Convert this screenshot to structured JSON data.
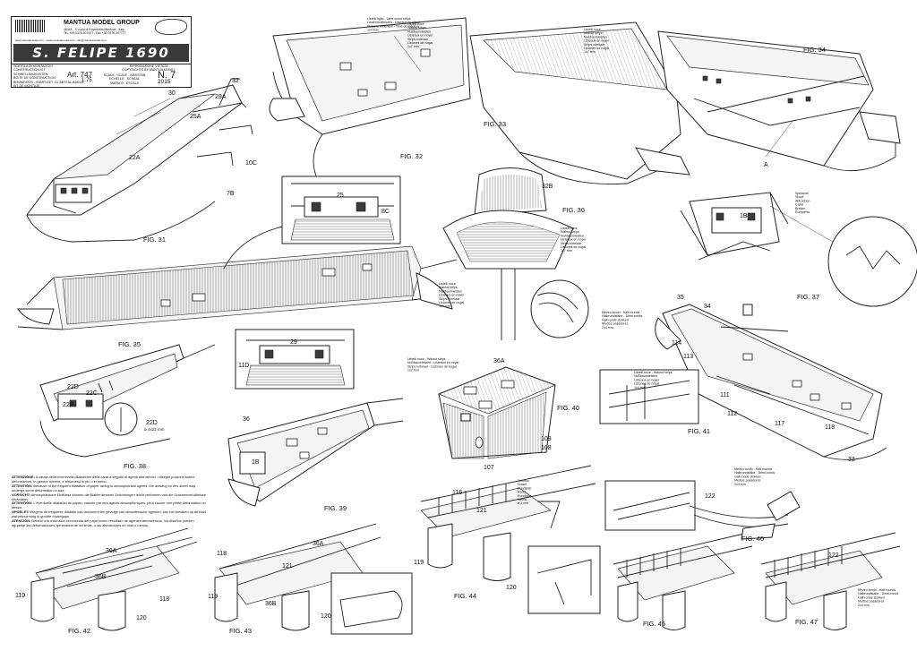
{
  "title_block": {
    "company": "MANTUA MODEL GROUP",
    "address_1": "46048 - S.Lucia di Roverbella Mantova - Italy",
    "address_2": "Tel. +39-0376-307007 - Fax +39-0376-307777",
    "website": "www.mantuamodel.com - www.mantuamodel.com - info@mantuamodel.com",
    "ship_name": "S. FELIPE 1690",
    "kit_labels": [
      "SCATOLA DI MONTAGGIO",
      "CONSTRUCTION KIT",
      "SCHNELLBAUKASTEN",
      "BOITE DE CONSTRUCTION",
      "BOUWDOOS - KOMPLEET ZIJ BESTALJMANJE",
      "KIT DE MONTAJE"
    ],
    "reproduction_labels": [
      "RIPRODUZIONE VIETATA",
      "COPYRIGHTS BY MANTUA MODEL"
    ],
    "scale_labels": [
      "SCALA - SCALE - MASSTAB",
      "ECHELLE - SCHAAL",
      "MAPALO - ESCALA"
    ],
    "article": "Art. 747",
    "scale": "1:75",
    "sheet_number": "N. 7",
    "year": "2015"
  },
  "figures": {
    "fig31": "FIG. 31",
    "fig32": "FIG. 32",
    "fig33": "FIG. 33",
    "fig34": "FIG. 34",
    "fig35": "FIG. 35",
    "fig36": "FIG. 36",
    "fig37": "FIG. 37",
    "fig38": "FIG. 38",
    "fig39": "FIG. 39",
    "fig40": "FIG. 40",
    "fig41": "FIG. 41",
    "fig42": "FIG. 42",
    "fig43": "FIG. 43",
    "fig44": "FIG. 44",
    "fig45": "FIG. 45",
    "fig46": "FIG. 46",
    "fig47": "FIG. 47"
  },
  "part_numbers": {
    "p30": "30",
    "p32": "32",
    "p29A": "29A",
    "p25A": "25A",
    "p22A": "22A",
    "p10C": "10C",
    "p7B": "7B",
    "p25": "25",
    "p8C": "8C",
    "p29": "29",
    "p11D": "11D",
    "p22D_a": "22D",
    "p22C": "22C",
    "p22B": "22B",
    "p22D_b": "22D",
    "p22D_size": "ø 4x22 mm",
    "p36_39": "36",
    "p18": "1B",
    "p32B": "32B",
    "p36A_40": "36A",
    "p109": "109",
    "p108": "108",
    "p107": "107",
    "p18_37": "1B",
    "p35": "35",
    "p34": "34",
    "p114": "114",
    "p113": "113",
    "p111": "111",
    "p112": "112",
    "p117": "117",
    "p118_41": "118",
    "p33": "33",
    "p36A_42": "36A",
    "p36B_42": "36B",
    "p119_42": "119",
    "p118_42": "118",
    "p120_42": "120",
    "p36A_43": "36A",
    "p118_43": "118",
    "p121_43": "121",
    "p119_43": "119",
    "p36B_43": "36B",
    "p120_43": "120",
    "p116_44": "116",
    "p121_44": "121",
    "p119_44": "119",
    "p120_44": "120",
    "p122_46": "122",
    "p122_47": "122",
    "pA": "A"
  },
  "notes": {
    "fig32_note": [
      "Listelli tiglio - Lime wood strips",
      "Lindenholzleisten - Listeaux en tilleul",
      "Strips in lindehout - Tiras de madera",
      "1x4 mm"
    ],
    "fig33_note": [
      "Listelli noce",
      "Walnut strips",
      "Nußbaumleisten",
      "Listeaux en noyer",
      "Strips notelaar",
      "Listones de nogal",
      "1x7 mm"
    ],
    "fig32b_note": [
      "Listelli noce",
      "Walnut strips",
      "Nußbaumleisten",
      "Listeaux en noyer",
      "Strips notelaar",
      "Listones de nogal",
      "1x7 mm"
    ],
    "fig36_note1": [
      "Listelli noce",
      "Walnut strips",
      "Nußbaumleisten",
      "Listeaux en noyer",
      "Strips notelaar",
      "Listones de nogal",
      "1x7 mm"
    ],
    "fig36_note2": [
      "Listelli noce",
      "Walnut strips",
      "Nußbaumleisten",
      "Listeaux en noyer",
      "Strips notelaar",
      "Listones de nogal",
      "1x4 mm"
    ],
    "fig37_note": [
      "Spessore",
      "Shoot",
      "Abtrachen",
      "Caser",
      "Breken",
      "Rompenw"
    ],
    "fig40_note": [
      "Listelli noce - Walnut strips",
      "Nußbaumleisten - Listeaux en noyer",
      "Strips notelaar - Listones de nogal",
      "1x7 mm"
    ],
    "fig41_note1": [
      "Mezzo tondo - Half rounds",
      "Halbrundstäbe - Demi-ronds",
      "Half ronde stokken",
      "Medios pasadores",
      "2x4 mm"
    ],
    "fig41_note2": [
      "Listelli noce - Walnut strips",
      "Nußbaumleisten",
      "Listeaux en noyer",
      "Listones de nogal",
      "1x4 mm"
    ],
    "fig46_note": [
      "Mezzo tondo - Half rounds",
      "Halbrundstäbe - Demi-ronds",
      "Half ronde stokken",
      "Medios pasadores",
      "2x4 mm"
    ],
    "fig44_note": [
      "Tondino",
      "Dowel",
      "Rundstab",
      "Rond",
      "Rondhout",
      "Varilla",
      "ø 2 mm"
    ],
    "fig47_note": [
      "Mezzo tondo - Half rounds",
      "Halbrundstäbe - Demi-ronds",
      "Half ronde stokken",
      "Medios pasadores",
      "2x4 mm"
    ]
  },
  "warning": [
    {
      "label": "ATTENZIONE:",
      "text": " A causa della ricorrezuta dilatazione della carta a seguito di agenti atmosferici, i disegni possono subire deformazioni, in genere minime, e allicenersi in più o in meno."
    },
    {
      "label": "ATTENTION:",
      "text": " Because of the frequent dilatation of paper owing to atmospherical agents, the drawing on this sheet may undergo some deformation in size."
    },
    {
      "label": "VORSICHT:",
      "text": " Atmosphärische Einflüsse können die Blätter ämsere! Zeichnungen leicht verformen und die Grössenverhältnisse verändern."
    },
    {
      "label": "ATTENTION:",
      "text": " L'éventuelle dilatation du papier, causée par des agents atmosphériques, peut causer une petite déformation du dessin."
    },
    {
      "label": "OPGELET:",
      "text": " Wegens de frequente dilatatie van document ten gevolge van atmosferische agenten, kan het toelaben op dit blad wat misvorming in grootte ondergaan."
    },
    {
      "label": "ATENCIÓN:",
      "text": " Debido a la extensión reconocida del papel como resultado de agentes atmosféricos, los diseños pueden aguantar las deformaciones, generalmente mínimas, o las alteraciones en más o menos."
    }
  ]
}
